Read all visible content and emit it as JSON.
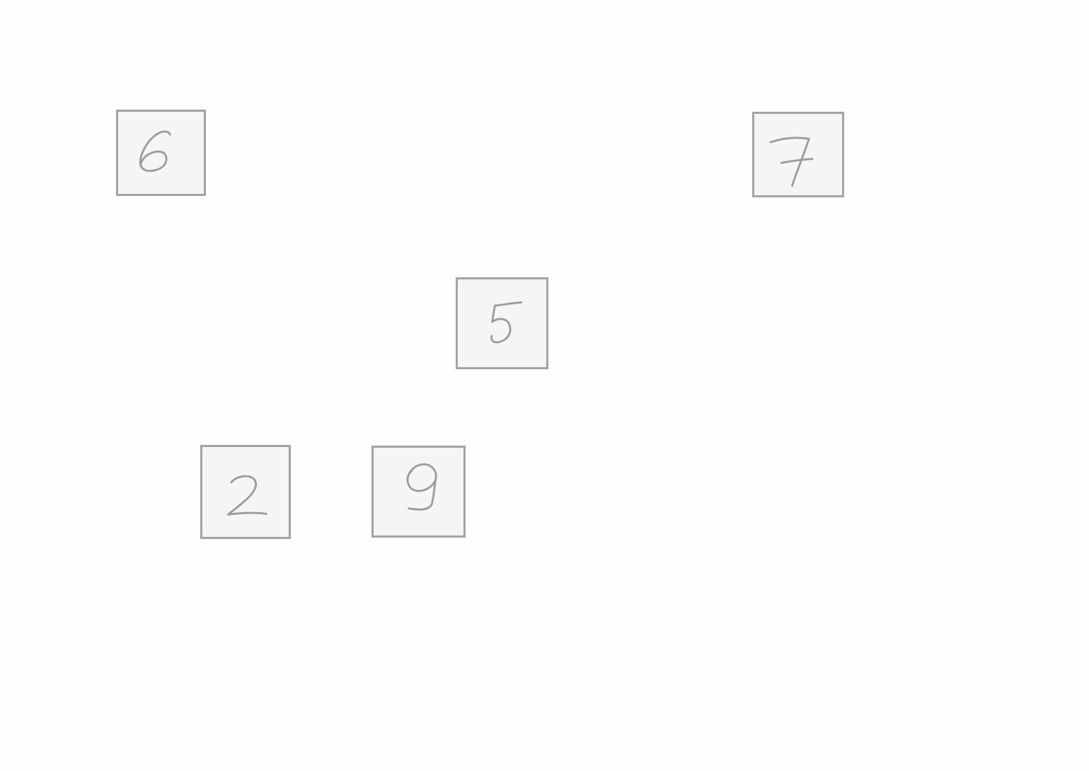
{
  "tiles": [
    {
      "id": "tile-6",
      "digit": "6"
    },
    {
      "id": "tile-7",
      "digit": "7"
    },
    {
      "id": "tile-5",
      "digit": "5"
    },
    {
      "id": "tile-2",
      "digit": "2"
    },
    {
      "id": "tile-9",
      "digit": "9"
    }
  ],
  "colors": {
    "background": "#fdfdfd",
    "tile_fill": "#f5f5f5",
    "tile_border": "#a3a3a3",
    "digit_stroke": "#9c9c9c"
  }
}
